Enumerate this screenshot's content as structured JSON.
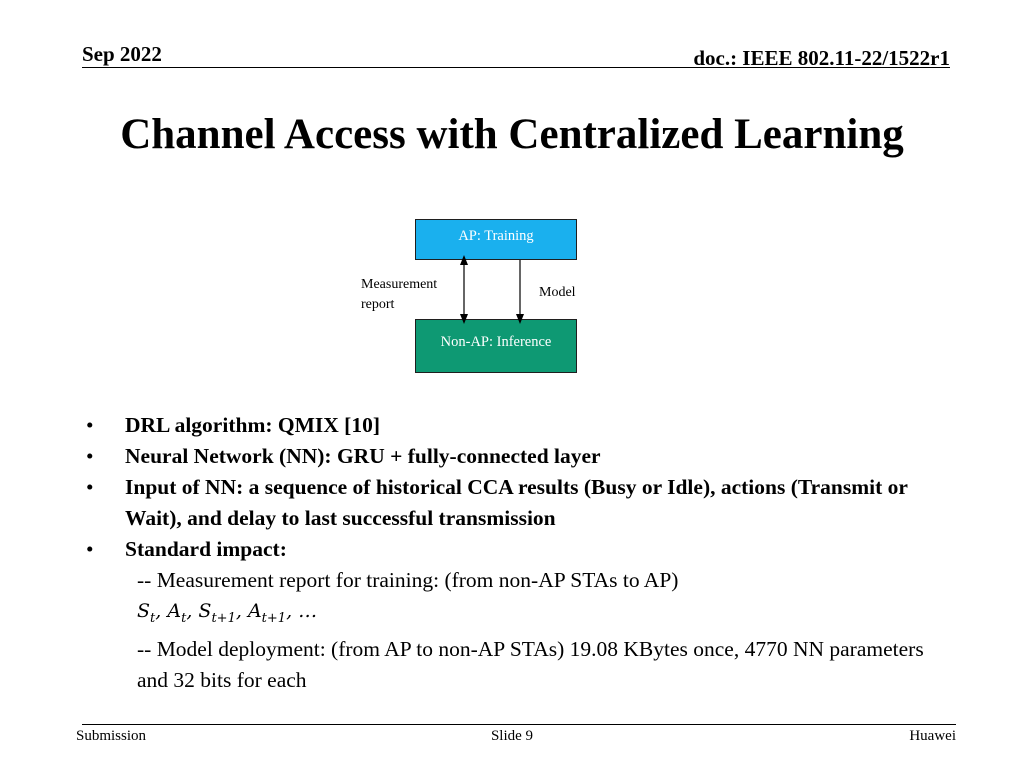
{
  "header": {
    "date": "Sep 2022",
    "doc": "doc.: IEEE 802.11-22/1522r1"
  },
  "title": "Channel Access with Centralized Learning",
  "diagram": {
    "top_box": "AP: Training",
    "bottom_box": "Non-AP: Inference",
    "left_label_line1": "Measurement",
    "left_label_line2": "report",
    "right_label": "Model"
  },
  "bullets": [
    "DRL algorithm: QMIX [10]",
    "Neural Network (NN): GRU + fully-connected layer",
    "Input of NN: a sequence of historical CCA results (Busy or Idle), actions (Transmit or Wait), and delay to last successful transmission",
    "Standard impact:"
  ],
  "impact": {
    "line1": "-- Measurement report for training: (from non-AP STAs to AP)",
    "math": {
      "s": "S",
      "a": "A",
      "t": "t",
      "t1": "t+1",
      "ellipsis": "…"
    },
    "line3": "-- Model deployment: (from AP to non-AP STAs) 19.08 KBytes once, 4770 NN parameters and 32 bits for each"
  },
  "bullet_glyph": "•",
  "footer": {
    "left": "Submission",
    "center": "Slide 9",
    "right": "Huawei"
  },
  "colors": {
    "ap_box": "#1ab0ee",
    "nonap_box": "#0e9973"
  }
}
